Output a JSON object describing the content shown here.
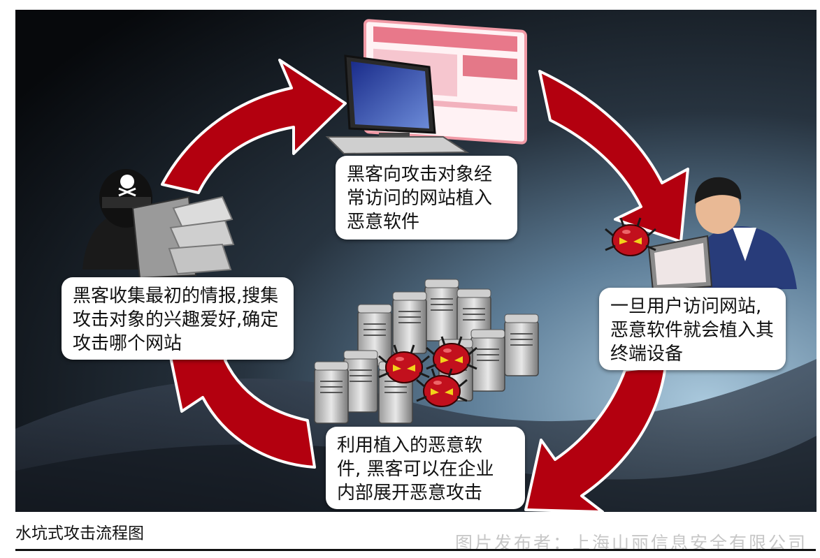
{
  "steps": [
    {
      "lines": [
        "黑客向攻击对象经",
        "常访问的网站植入",
        "恶意软件"
      ]
    },
    {
      "lines": [
        "一旦用户访问网站,",
        "恶意软件就会植入其",
        "终端设备"
      ]
    },
    {
      "lines": [
        "利用植入的恶意软",
        "件, 黑客可以在企业",
        "内部展开恶意攻击"
      ]
    },
    {
      "lines": [
        "黑客收集最初的情报,搜集",
        "攻击对象的兴趣爱好,确定",
        "攻击哪个网站"
      ]
    }
  ],
  "caption": "水坑式攻击流程图",
  "credit": "图片发布者：上海山丽信息安全有限公司",
  "colors": {
    "arrow": "#b3000f",
    "background_dark": "#0c1016",
    "background_light": "#8fb4cf",
    "skull_badge": "#b0101a"
  },
  "icons": [
    "hacker-figure-icon",
    "computer-monitor-icon",
    "user-at-computer-icon",
    "server-cluster-icon",
    "malware-bug-icon"
  ]
}
